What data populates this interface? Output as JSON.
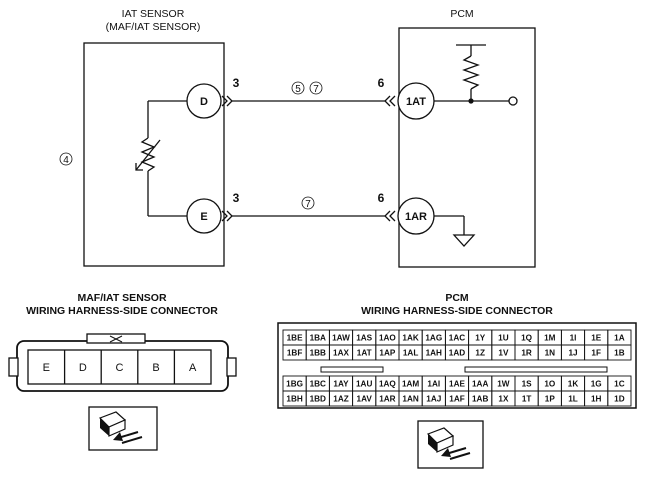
{
  "iat_box": {
    "title_line1": "IAT SENSOR",
    "title_line2": "(MAF/IAT SENSOR)"
  },
  "pcm_box": {
    "title": "PCM"
  },
  "ref_4": "4",
  "ref_5": "5",
  "ref_7": "7",
  "ref_7b": "7",
  "ref_3_top": "3",
  "ref_3_bot": "3",
  "ref_6_top": "6",
  "ref_6_bot": "6",
  "pins": {
    "d": "D",
    "e": "E",
    "at": "1AT",
    "ar": "1AR"
  },
  "maf_connector": {
    "title_line1": "MAF/IAT SENSOR",
    "title_line2": "WIRING HARNESS-SIDE CONNECTOR",
    "cavities": [
      "E",
      "D",
      "C",
      "B",
      "A"
    ]
  },
  "pcm_connector": {
    "title_line1": "PCM",
    "title_line2": "WIRING HARNESS-SIDE CONNECTOR",
    "top_rows": [
      [
        "1BE",
        "1BA",
        "1AW",
        "1AS",
        "1AO",
        "1AK",
        "1AG",
        "1AC",
        "1Y",
        "1U",
        "1Q",
        "1M",
        "1I",
        "1E",
        "1A"
      ],
      [
        "1BF",
        "1BB",
        "1AX",
        "1AT",
        "1AP",
        "1AL",
        "1AH",
        "1AD",
        "1Z",
        "1V",
        "1R",
        "1N",
        "1J",
        "1F",
        "1B"
      ]
    ],
    "bottom_rows": [
      [
        "1BG",
        "1BC",
        "1AY",
        "1AU",
        "1AQ",
        "1AM",
        "1AI",
        "1AE",
        "1AA",
        "1W",
        "1S",
        "1O",
        "1K",
        "1G",
        "1C"
      ],
      [
        "1BH",
        "1BD",
        "1AZ",
        "1AV",
        "1AR",
        "1AN",
        "1AJ",
        "1AF",
        "1AB",
        "1X",
        "1T",
        "1P",
        "1L",
        "1H",
        "1D"
      ]
    ]
  }
}
